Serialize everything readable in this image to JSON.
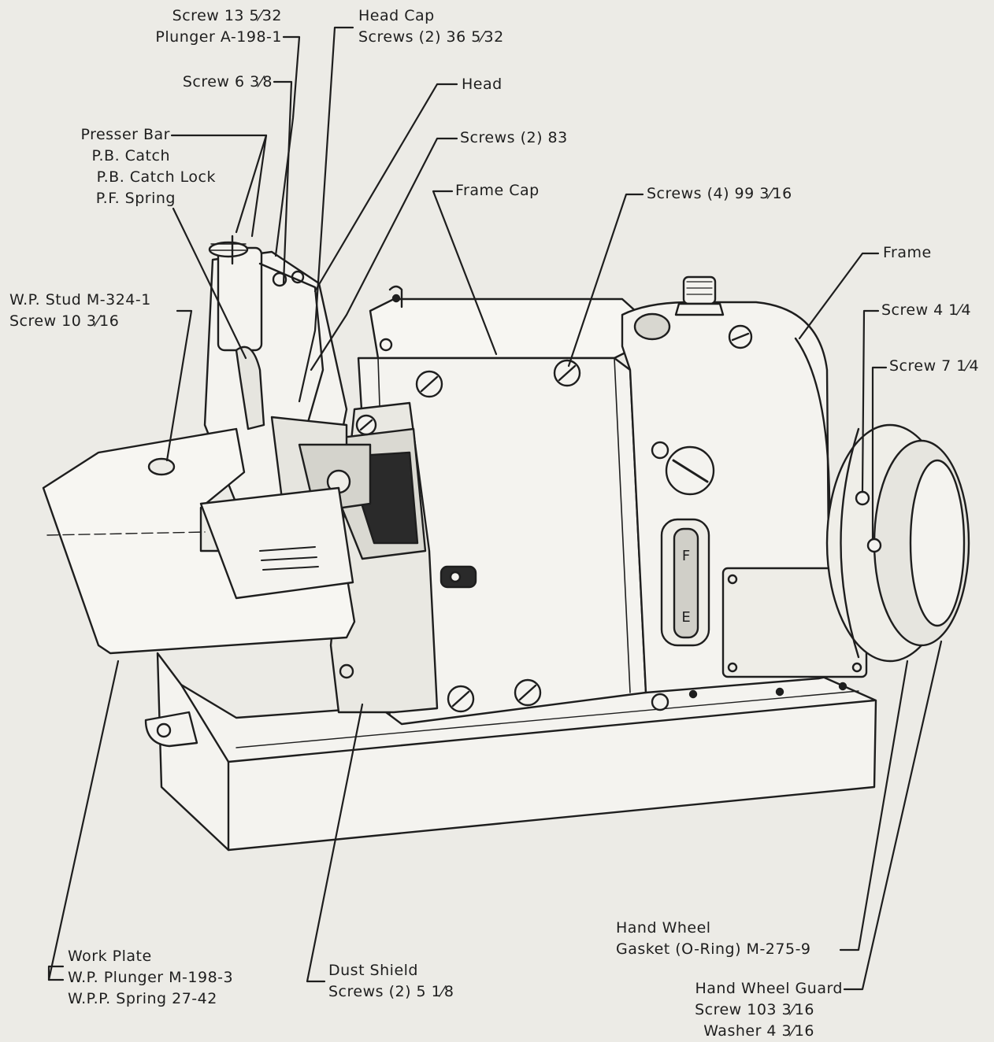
{
  "labels": {
    "screw_13": "Screw 13 5⁄32",
    "plunger": "Plunger A-198-1",
    "head_cap": "Head Cap",
    "head_cap_screws": "Screws (2) 36 5⁄32",
    "screw_6": "Screw 6 3⁄8",
    "head": "Head",
    "screws_83": "Screws (2) 83",
    "presser_bar": "Presser Bar",
    "pb_catch": "P.B. Catch",
    "pb_catch_lock": "P.B. Catch Lock",
    "pf_spring": "P.F. Spring",
    "frame_cap": "Frame Cap",
    "screws_99": "Screws (4) 99 3⁄16",
    "frame": "Frame",
    "screw_4": "Screw 4 1⁄4",
    "screw_7": "Screw 7 1⁄4",
    "wp_stud": "W.P. Stud M-324-1",
    "screw_10": "Screw 10 3⁄16",
    "work_plate": "Work Plate",
    "wp_plunger": "W.P. Plunger M-198-3",
    "wpp_spring": "W.P.P. Spring 27-42",
    "dust_shield": "Dust Shield",
    "dust_shield_screws": "Screws (2) 5 1⁄8",
    "hand_wheel": "Hand Wheel",
    "gasket": "Gasket (O-Ring) M-275-9",
    "hand_wheel_guard": "Hand Wheel Guard",
    "guard_screw": "Screw 103 3⁄16",
    "guard_washer": "Washer 4 3⁄16"
  },
  "gauge_marks": {
    "full": "F",
    "empty": "E"
  }
}
